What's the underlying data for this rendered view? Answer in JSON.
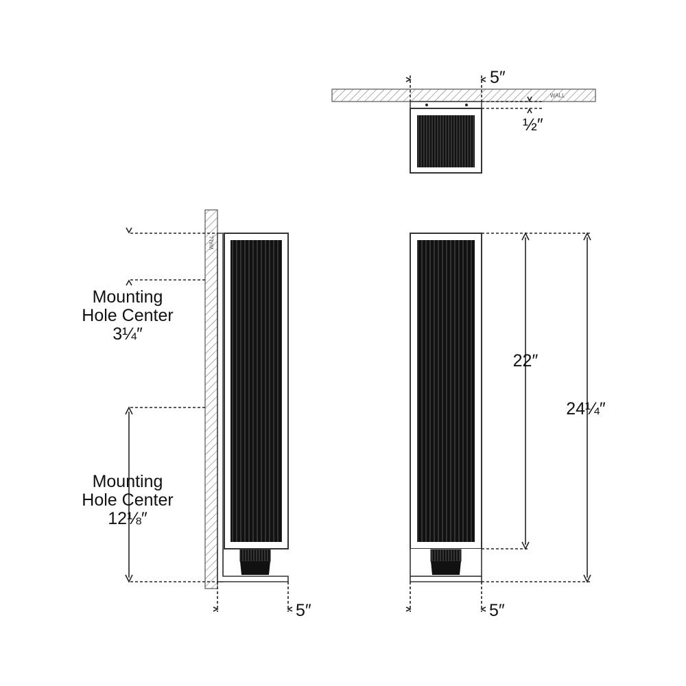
{
  "wall_label": "WALL",
  "labels": {
    "mount_top": {
      "line1": "Mounting",
      "line2": "Hole Center",
      "line3": "3¼″"
    },
    "mount_bottom": {
      "line1": "Mounting",
      "line2": "Hole Center",
      "line3": "12⅛″"
    }
  },
  "dimensions": {
    "top_depth": "5″",
    "top_offset": "½″",
    "side_depth": "5″",
    "front_depth": "5″",
    "shade_height": "22″",
    "overall_height": "24¼″"
  }
}
